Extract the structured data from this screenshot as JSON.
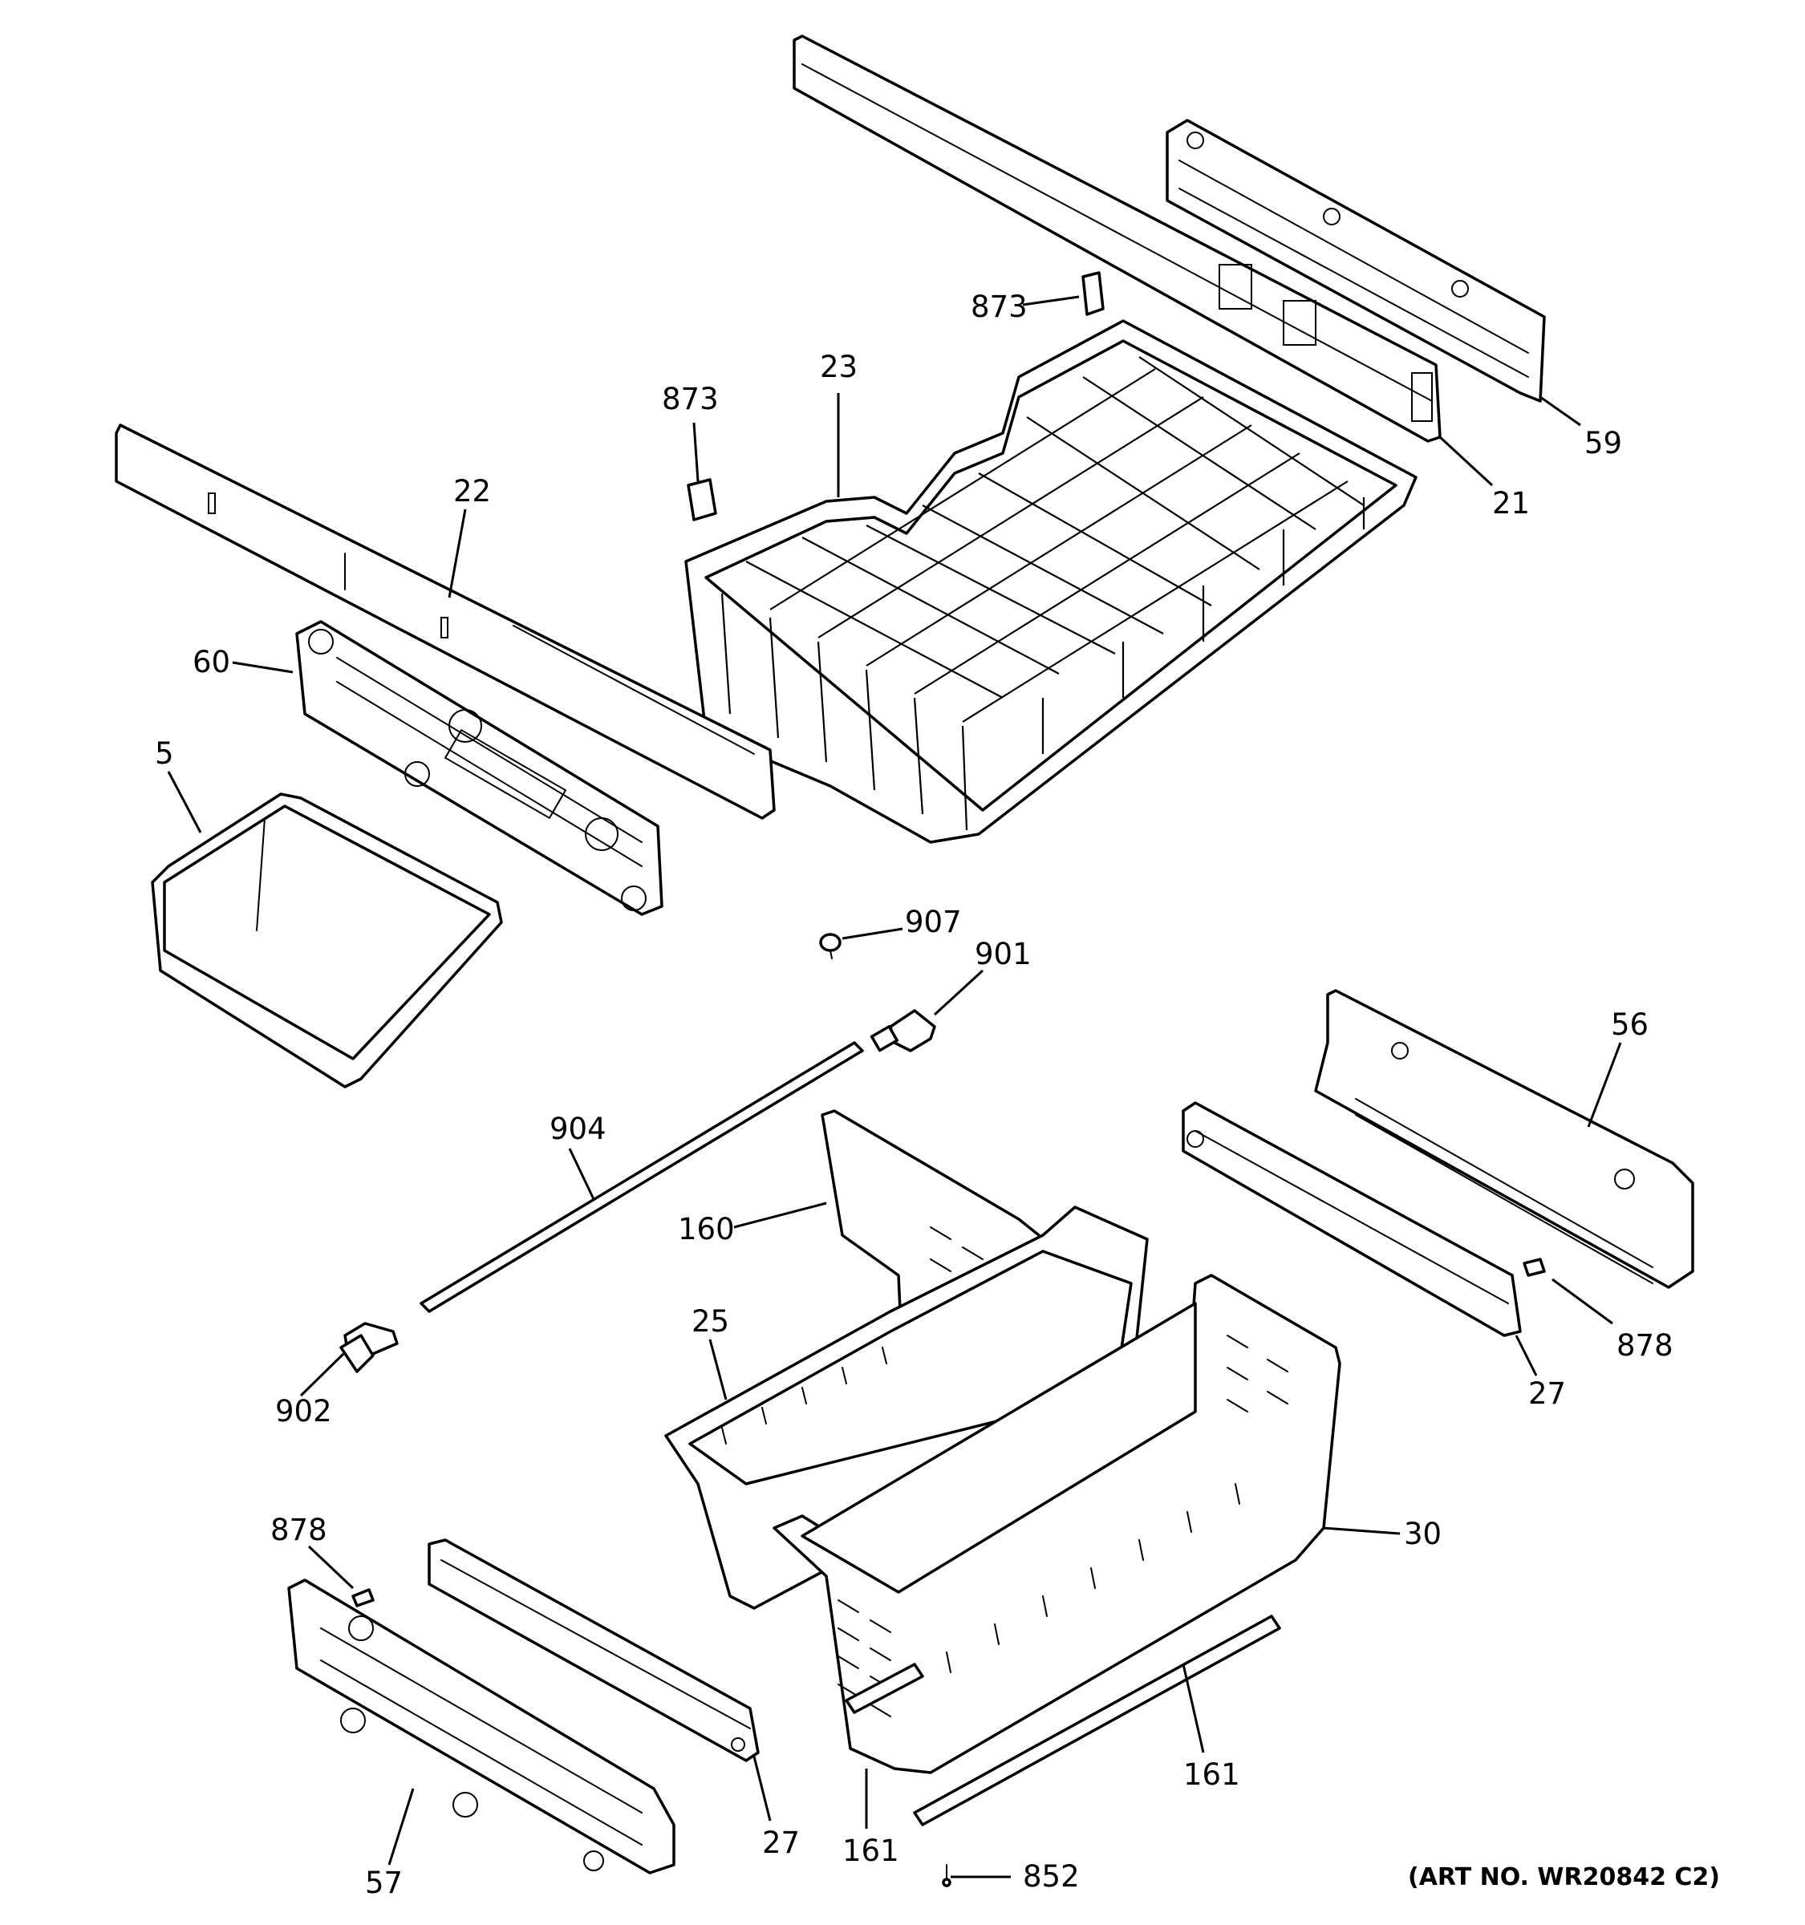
{
  "art_number": "(ART NO. WR20842 C2)",
  "callouts": {
    "c_873_top": "873",
    "c_59": "59",
    "c_21": "21",
    "c_23": "23",
    "c_873_left": "873",
    "c_22": "22",
    "c_60": "60",
    "c_5": "5",
    "c_907": "907",
    "c_901": "901",
    "c_56": "56",
    "c_904": "904",
    "c_160": "160",
    "c_25": "25",
    "c_878_right": "878",
    "c_27_right": "27",
    "c_902": "902",
    "c_30": "30",
    "c_878_left": "878",
    "c_161_right": "161",
    "c_27_bottom": "27",
    "c_161_left": "161",
    "c_852": "852",
    "c_57": "57"
  }
}
